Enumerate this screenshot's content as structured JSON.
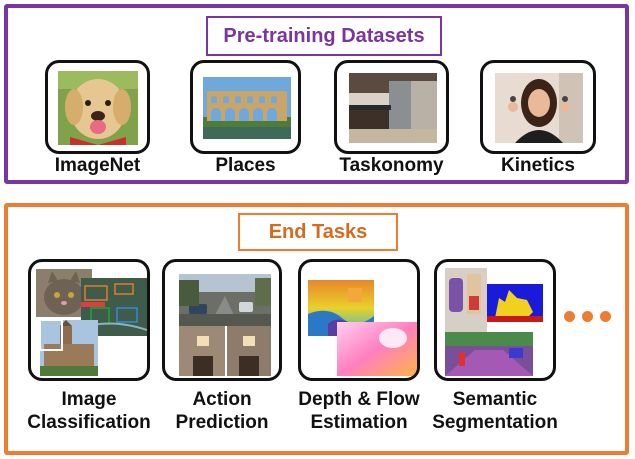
{
  "pretraining": {
    "title": "Pre-training Datasets",
    "datasets": [
      {
        "label": "ImageNet"
      },
      {
        "label": "Places"
      },
      {
        "label": "Taskonomy"
      },
      {
        "label": "Kinetics"
      }
    ]
  },
  "end_tasks": {
    "title": "End Tasks",
    "tasks": [
      {
        "label_line1": "Image",
        "label_line2": "Classification"
      },
      {
        "label_line1": "Action",
        "label_line2": "Prediction"
      },
      {
        "label_line1": "Depth & Flow",
        "label_line2": "Estimation"
      },
      {
        "label_line1": "Semantic",
        "label_line2": "Segmentation"
      }
    ]
  },
  "colors": {
    "pretrain_accent": "#7a35a3",
    "tasks_accent": "#ed7d31"
  },
  "icons": [
    "dog-photo",
    "aqueduct-photo",
    "kitchen-photo",
    "woman-photo",
    "cat-photo",
    "map-photo",
    "church-photo",
    "street-photo",
    "room-photo",
    "depth-map",
    "flow-map",
    "segmentation-map",
    "ellipsis-icon"
  ]
}
